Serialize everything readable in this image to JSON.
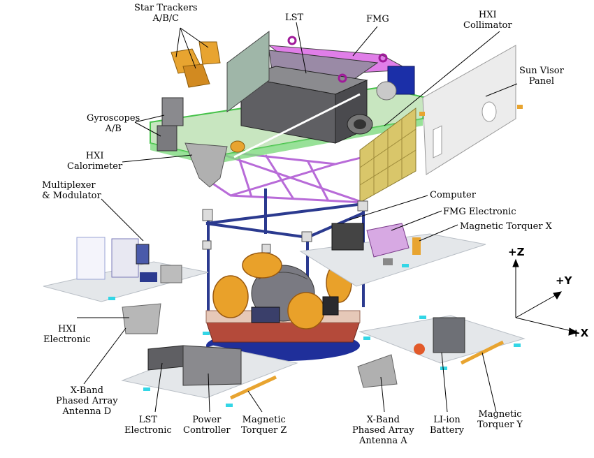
{
  "labels": {
    "star_trackers": "Star Trackers\nA/B/C",
    "lst": "LST",
    "fmg": "FMG",
    "hxi_collimator": "HXI\nCollimator",
    "sun_visor_panel": "Sun Visor\nPanel",
    "gyroscopes": "Gyroscopes\nA/B",
    "hxi_calorimeter": "HXI\nCalorimeter",
    "multiplexer": "Multiplexer\n& Modulator",
    "computer": "Computer",
    "fmg_electronic": "FMG Electronic",
    "magnetic_torquer_x": "Magnetic Torquer X",
    "hxi_electronic": "HXI\nElectronic",
    "x_band_d": "X-Band\nPhased Array\nAntenna D",
    "lst_electronic": "LST\nElectronic",
    "power_controller": "Power\nController",
    "magnetic_torquer_z": "Magnetic\nTorquer Z",
    "x_band_a": "X-Band\nPhased Array\nAntenna A",
    "li_ion_battery": "LI-ion\nBattery",
    "magnetic_torquer_y": "Magnetic\nTorquer Y"
  },
  "axes": {
    "z": "+Z",
    "y": "+Y",
    "x": "+X"
  },
  "colors": {
    "panel": "#e4e7ea",
    "panel_edge": "#b9bfc6",
    "frame": "#2b3a8f",
    "structure_purple": "#b86bd8",
    "green": "#46c24a",
    "gray_box": "#6e6e70",
    "orange": "#e9a12a",
    "cyan": "#33d6e6"
  }
}
